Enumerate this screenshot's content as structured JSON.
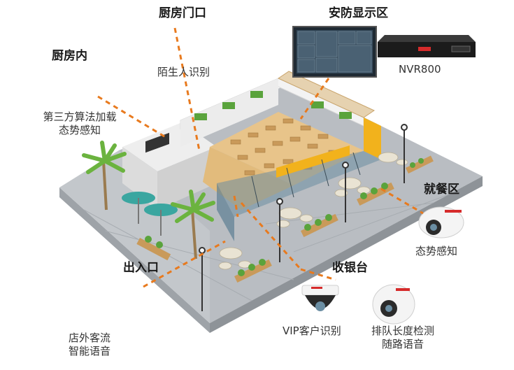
{
  "labels": {
    "kitchen_door": "厨房门口",
    "security_display": "安防显示区",
    "kitchen_inside": "厨房内",
    "stranger_recognition": "陌生人识别",
    "nvr_model": "NVR800",
    "third_party_line1": "第三方算法加载",
    "third_party_line2": "态势感知",
    "dining_area": "就餐区",
    "situation_awareness": "态势感知",
    "entrance": "出入口",
    "cashier": "收银台",
    "vip_recognition": "VIP客户识别",
    "queue_line1": "排队长度检测",
    "queue_line2": "随路语音",
    "outdoor_line1": "店外客流",
    "outdoor_line2": "智能语音"
  },
  "colors": {
    "dashed_line": "#e87a1e",
    "accent_yellow": "#f2b21c",
    "ground": "#b9bdc2",
    "floor_wood": "#e8c48a",
    "glass": "#6b8ea3",
    "plant_green": "#5aa33c",
    "camera_white": "#f4f4f4",
    "camera_red": "#d62b2b"
  },
  "icons": [
    "monitor-icon",
    "nvr-recorder-icon",
    "dome-camera-icon",
    "turret-camera-icon",
    "palm-tree-icon",
    "street-lamp-icon",
    "umbrella-icon"
  ]
}
